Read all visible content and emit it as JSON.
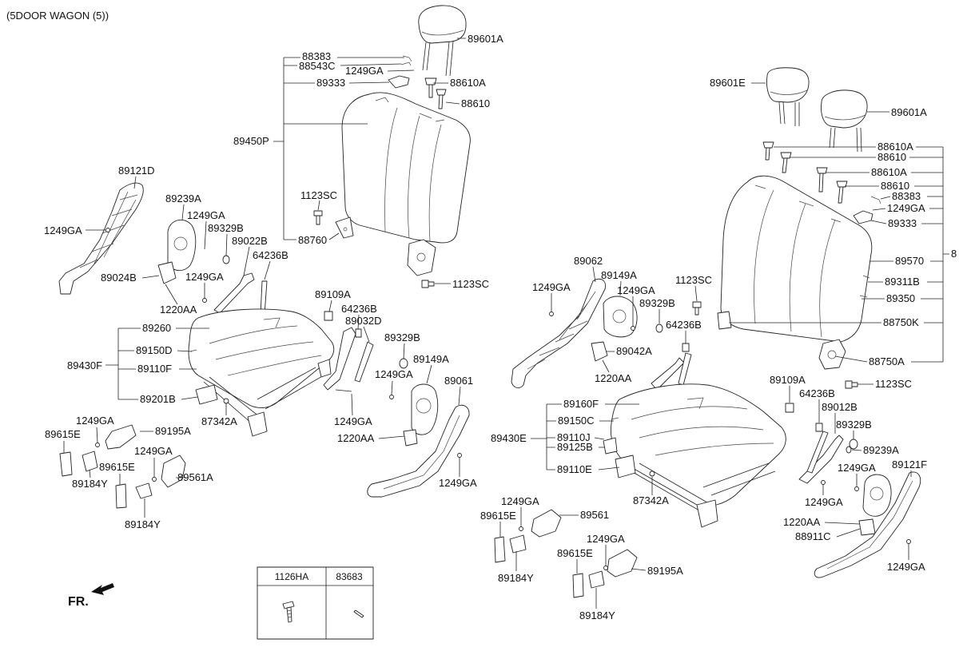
{
  "title": "(5DOOR WAGON (5))",
  "direction_label": "FR.",
  "fastener_table": {
    "columns": [
      "1126HA",
      "83683"
    ],
    "icons": [
      "bolt-icon",
      "pin-icon"
    ]
  },
  "left_seat_labels": [
    "89601A",
    "88383",
    "88543C",
    "1249GA",
    "89333",
    "88610A",
    "88610",
    "89450P",
    "1123SC",
    "88760",
    "1123SC",
    "89121D",
    "1249GA",
    "89239A",
    "1249GA",
    "89329B",
    "89022B",
    "64236B",
    "89024B",
    "1249GA",
    "1220AA",
    "89109A",
    "64236B",
    "89032D",
    "89260",
    "89329B",
    "89150D",
    "89430F",
    "89110F",
    "89149A",
    "1249GA",
    "89061",
    "89201B",
    "87342A",
    "1249GA",
    "1249GA",
    "89195A",
    "89615E",
    "1220AA",
    "1249GA",
    "89615E",
    "89561A",
    "89184Y",
    "1249GA",
    "89184Y"
  ],
  "right_seat_labels": [
    "89601E",
    "89601A",
    "88610A",
    "88610",
    "88610A",
    "88610",
    "88383",
    "1249GA",
    "89333",
    "89570",
    "89311B",
    "89350",
    "88750K",
    "88750A",
    "1123SC",
    "8",
    "1123SC",
    "89062",
    "89149A",
    "1249GA",
    "1249GA",
    "89329B",
    "64236B",
    "89042A",
    "1220AA",
    "89109A",
    "64236B",
    "89012B",
    "89329B",
    "89160F",
    "89150C",
    "89430E",
    "89110J",
    "89125B",
    "89239A",
    "89121F",
    "1249GA",
    "89110E",
    "87342A",
    "1249GA",
    "1249GA",
    "89561",
    "89615E",
    "1220AA",
    "88911C",
    "1249GA",
    "89615E",
    "89184Y",
    "89195A",
    "1249GA",
    "89184Y"
  ]
}
